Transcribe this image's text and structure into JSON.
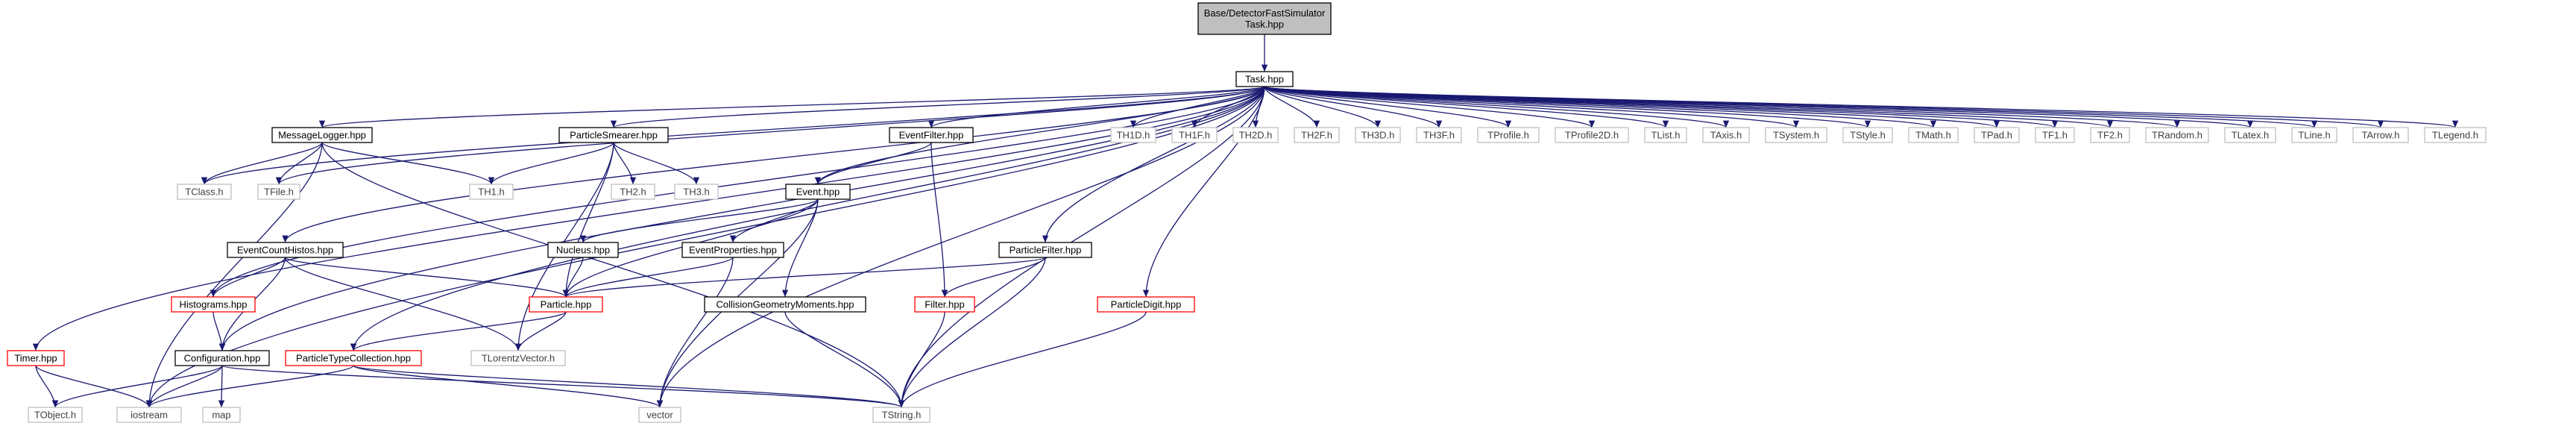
{
  "colors": {
    "edge": "#191970",
    "default_border": "#000000",
    "missing_border": "#bfbfbf",
    "missing_text": "#404040",
    "undocumented_border": "#ff0000",
    "root_fill": "#bfbfbf"
  },
  "diagram": {
    "nodes": [
      {
        "id": "root",
        "lines": [
          "Base/DetectorFastSimulator",
          "Task.hpp"
        ],
        "style": "root"
      },
      {
        "id": "task",
        "lines": [
          "Task.hpp"
        ],
        "style": "normal"
      },
      {
        "id": "timer",
        "lines": [
          "Timer.hpp"
        ],
        "style": "red"
      },
      {
        "id": "iostream",
        "lines": [
          "iostream"
        ],
        "style": "gray"
      },
      {
        "id": "tclass",
        "lines": [
          "TClass.h"
        ],
        "style": "gray"
      },
      {
        "id": "tfile",
        "lines": [
          "TFile.h"
        ],
        "style": "gray"
      },
      {
        "id": "messagelogger",
        "lines": [
          "MessageLogger.hpp"
        ],
        "style": "normal"
      },
      {
        "id": "particlesmearer",
        "lines": [
          "ParticleSmearer.hpp"
        ],
        "style": "normal"
      },
      {
        "id": "th1",
        "lines": [
          "TH1.h"
        ],
        "style": "gray"
      },
      {
        "id": "th2",
        "lines": [
          "TH2.h"
        ],
        "style": "gray"
      },
      {
        "id": "th3",
        "lines": [
          "TH3.h"
        ],
        "style": "gray"
      },
      {
        "id": "eventfilter",
        "lines": [
          "EventFilter.hpp"
        ],
        "style": "normal"
      },
      {
        "id": "event",
        "lines": [
          "Event.hpp"
        ],
        "style": "normal"
      },
      {
        "id": "nucleus",
        "lines": [
          "Nucleus.hpp"
        ],
        "style": "normal"
      },
      {
        "id": "eventproperties",
        "lines": [
          "EventProperties.hpp"
        ],
        "style": "normal"
      },
      {
        "id": "eventcounthistos",
        "lines": [
          "EventCountHistos.hpp"
        ],
        "style": "normal"
      },
      {
        "id": "histograms",
        "lines": [
          "Histograms.hpp"
        ],
        "style": "red"
      },
      {
        "id": "configuration",
        "lines": [
          "Configuration.hpp"
        ],
        "style": "normal"
      },
      {
        "id": "particle",
        "lines": [
          "Particle.hpp"
        ],
        "style": "red"
      },
      {
        "id": "particletypecollection",
        "lines": [
          "ParticleTypeCollection.hpp"
        ],
        "style": "red"
      },
      {
        "id": "tlorentzvector",
        "lines": [
          "TLorentzVector.h"
        ],
        "style": "gray"
      },
      {
        "id": "collisiongeometrymoments",
        "lines": [
          "CollisionGeometryMoments.hpp"
        ],
        "style": "normal"
      },
      {
        "id": "particlefilter",
        "lines": [
          "ParticleFilter.hpp"
        ],
        "style": "normal"
      },
      {
        "id": "filter",
        "lines": [
          "Filter.hpp"
        ],
        "style": "red"
      },
      {
        "id": "particledigit",
        "lines": [
          "ParticleDigit.hpp"
        ],
        "style": "red"
      },
      {
        "id": "tobject",
        "lines": [
          "TObject.h"
        ],
        "style": "gray"
      },
      {
        "id": "map",
        "lines": [
          "map"
        ],
        "style": "gray"
      },
      {
        "id": "vector",
        "lines": [
          "vector"
        ],
        "style": "gray"
      },
      {
        "id": "tstring",
        "lines": [
          "TString.h"
        ],
        "style": "gray"
      },
      {
        "id": "th1d",
        "lines": [
          "TH1D.h"
        ],
        "style": "gray"
      },
      {
        "id": "th1f",
        "lines": [
          "TH1F.h"
        ],
        "style": "gray"
      },
      {
        "id": "th2d",
        "lines": [
          "TH2D.h"
        ],
        "style": "gray"
      },
      {
        "id": "th2f",
        "lines": [
          "TH2F.h"
        ],
        "style": "gray"
      },
      {
        "id": "th3d",
        "lines": [
          "TH3D.h"
        ],
        "style": "gray"
      },
      {
        "id": "th3f",
        "lines": [
          "TH3F.h"
        ],
        "style": "gray"
      },
      {
        "id": "tprofile",
        "lines": [
          "TProfile.h"
        ],
        "style": "gray"
      },
      {
        "id": "tprofile2d",
        "lines": [
          "TProfile2D.h"
        ],
        "style": "gray"
      },
      {
        "id": "tlist",
        "lines": [
          "TList.h"
        ],
        "style": "gray"
      },
      {
        "id": "taxis",
        "lines": [
          "TAxis.h"
        ],
        "style": "gray"
      },
      {
        "id": "tsystem",
        "lines": [
          "TSystem.h"
        ],
        "style": "gray"
      },
      {
        "id": "tstyle",
        "lines": [
          "TStyle.h"
        ],
        "style": "gray"
      },
      {
        "id": "tmath",
        "lines": [
          "TMath.h"
        ],
        "style": "gray"
      },
      {
        "id": "tpad",
        "lines": [
          "TPad.h"
        ],
        "style": "gray"
      },
      {
        "id": "tf1",
        "lines": [
          "TF1.h"
        ],
        "style": "gray"
      },
      {
        "id": "tf2",
        "lines": [
          "TF2.h"
        ],
        "style": "gray"
      },
      {
        "id": "trandom",
        "lines": [
          "TRandom.h"
        ],
        "style": "gray"
      },
      {
        "id": "tlatex",
        "lines": [
          "TLatex.h"
        ],
        "style": "gray"
      },
      {
        "id": "tline",
        "lines": [
          "TLine.h"
        ],
        "style": "gray"
      },
      {
        "id": "tarrow",
        "lines": [
          "TArrow.h"
        ],
        "style": "gray"
      },
      {
        "id": "tlegend",
        "lines": [
          "TLegend.h"
        ],
        "style": "gray"
      }
    ],
    "edges": [
      [
        "root",
        "task"
      ],
      [
        "task",
        "timer"
      ],
      [
        "task",
        "iostream"
      ],
      [
        "task",
        "tclass"
      ],
      [
        "task",
        "tfile"
      ],
      [
        "task",
        "messagelogger"
      ],
      [
        "task",
        "eventcounthistos"
      ],
      [
        "task",
        "histograms"
      ],
      [
        "task",
        "configuration"
      ],
      [
        "task",
        "particlesmearer"
      ],
      [
        "task",
        "particletypecollection"
      ],
      [
        "task",
        "vector"
      ],
      [
        "task",
        "event"
      ],
      [
        "task",
        "eventfilter"
      ],
      [
        "task",
        "particlefilter"
      ],
      [
        "task",
        "tstring"
      ],
      [
        "task",
        "particledigit"
      ],
      [
        "task",
        "th1d"
      ],
      [
        "task",
        "th1f"
      ],
      [
        "task",
        "th2d"
      ],
      [
        "task",
        "th2f"
      ],
      [
        "task",
        "th3d"
      ],
      [
        "task",
        "th3f"
      ],
      [
        "task",
        "tprofile"
      ],
      [
        "task",
        "tprofile2d"
      ],
      [
        "task",
        "tlist"
      ],
      [
        "task",
        "taxis"
      ],
      [
        "task",
        "tsystem"
      ],
      [
        "task",
        "tstyle"
      ],
      [
        "task",
        "tmath"
      ],
      [
        "task",
        "tpad"
      ],
      [
        "task",
        "tf1"
      ],
      [
        "task",
        "tf2"
      ],
      [
        "task",
        "trandom"
      ],
      [
        "task",
        "tlatex"
      ],
      [
        "task",
        "tline"
      ],
      [
        "task",
        "tarrow"
      ],
      [
        "task",
        "tlegend"
      ],
      [
        "timer",
        "tobject"
      ],
      [
        "timer",
        "iostream"
      ],
      [
        "messagelogger",
        "tclass"
      ],
      [
        "messagelogger",
        "tfile"
      ],
      [
        "messagelogger",
        "iostream"
      ],
      [
        "messagelogger",
        "th1"
      ],
      [
        "messagelogger",
        "tstring"
      ],
      [
        "particlesmearer",
        "th1"
      ],
      [
        "particlesmearer",
        "th2"
      ],
      [
        "particlesmearer",
        "th3"
      ],
      [
        "particlesmearer",
        "particle"
      ],
      [
        "particlesmearer",
        "tlorentzvector"
      ],
      [
        "eventfilter",
        "event"
      ],
      [
        "eventfilter",
        "filter"
      ],
      [
        "event",
        "nucleus"
      ],
      [
        "event",
        "eventproperties"
      ],
      [
        "event",
        "particle"
      ],
      [
        "event",
        "collisiongeometrymoments"
      ],
      [
        "event",
        "vector"
      ],
      [
        "nucleus",
        "particle"
      ],
      [
        "eventproperties",
        "particle"
      ],
      [
        "eventproperties",
        "vector"
      ],
      [
        "eventcounthistos",
        "histograms"
      ],
      [
        "eventcounthistos",
        "configuration"
      ],
      [
        "eventcounthistos",
        "particle"
      ],
      [
        "eventcounthistos",
        "tlorentzvector"
      ],
      [
        "histograms",
        "configuration"
      ],
      [
        "particle",
        "particletypecollection"
      ],
      [
        "particle",
        "tlorentzvector"
      ],
      [
        "particletypecollection",
        "iostream"
      ],
      [
        "particletypecollection",
        "vector"
      ],
      [
        "particletypecollection",
        "tstring"
      ],
      [
        "configuration",
        "tobject"
      ],
      [
        "configuration",
        "iostream"
      ],
      [
        "configuration",
        "map"
      ],
      [
        "configuration",
        "tstring"
      ],
      [
        "collisiongeometrymoments",
        "tstring"
      ],
      [
        "particlefilter",
        "particle"
      ],
      [
        "particlefilter",
        "filter"
      ],
      [
        "particlefilter",
        "tstring"
      ],
      [
        "filter",
        "tstring"
      ],
      [
        "particledigit",
        "tstring"
      ]
    ]
  }
}
